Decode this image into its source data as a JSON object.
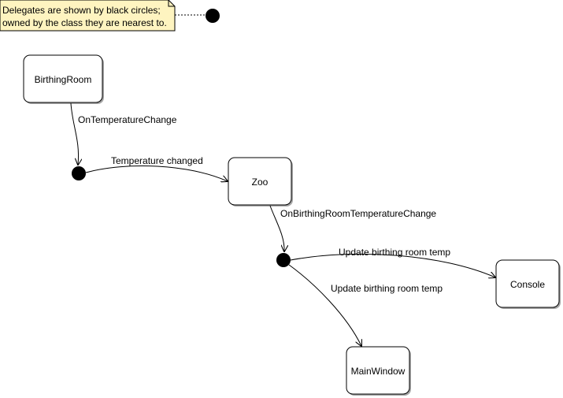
{
  "note": {
    "lines": [
      "Delegates are shown by black circles;",
      "owned by the class they are nearest to."
    ],
    "fill_color": "#fef4c0"
  },
  "nodes": {
    "birthing_room": "BirthingRoom",
    "zoo": "Zoo",
    "console": "Console",
    "main_window": "MainWindow"
  },
  "edges": {
    "on_temperature_change": "OnTemperatureChange",
    "temperature_changed": "Temperature changed",
    "on_birthing_room_temperature_change": "OnBirthingRoomTemperatureChange",
    "update_to_console": "Update birthing room temp",
    "update_to_main_window": "Update birthing room temp"
  }
}
